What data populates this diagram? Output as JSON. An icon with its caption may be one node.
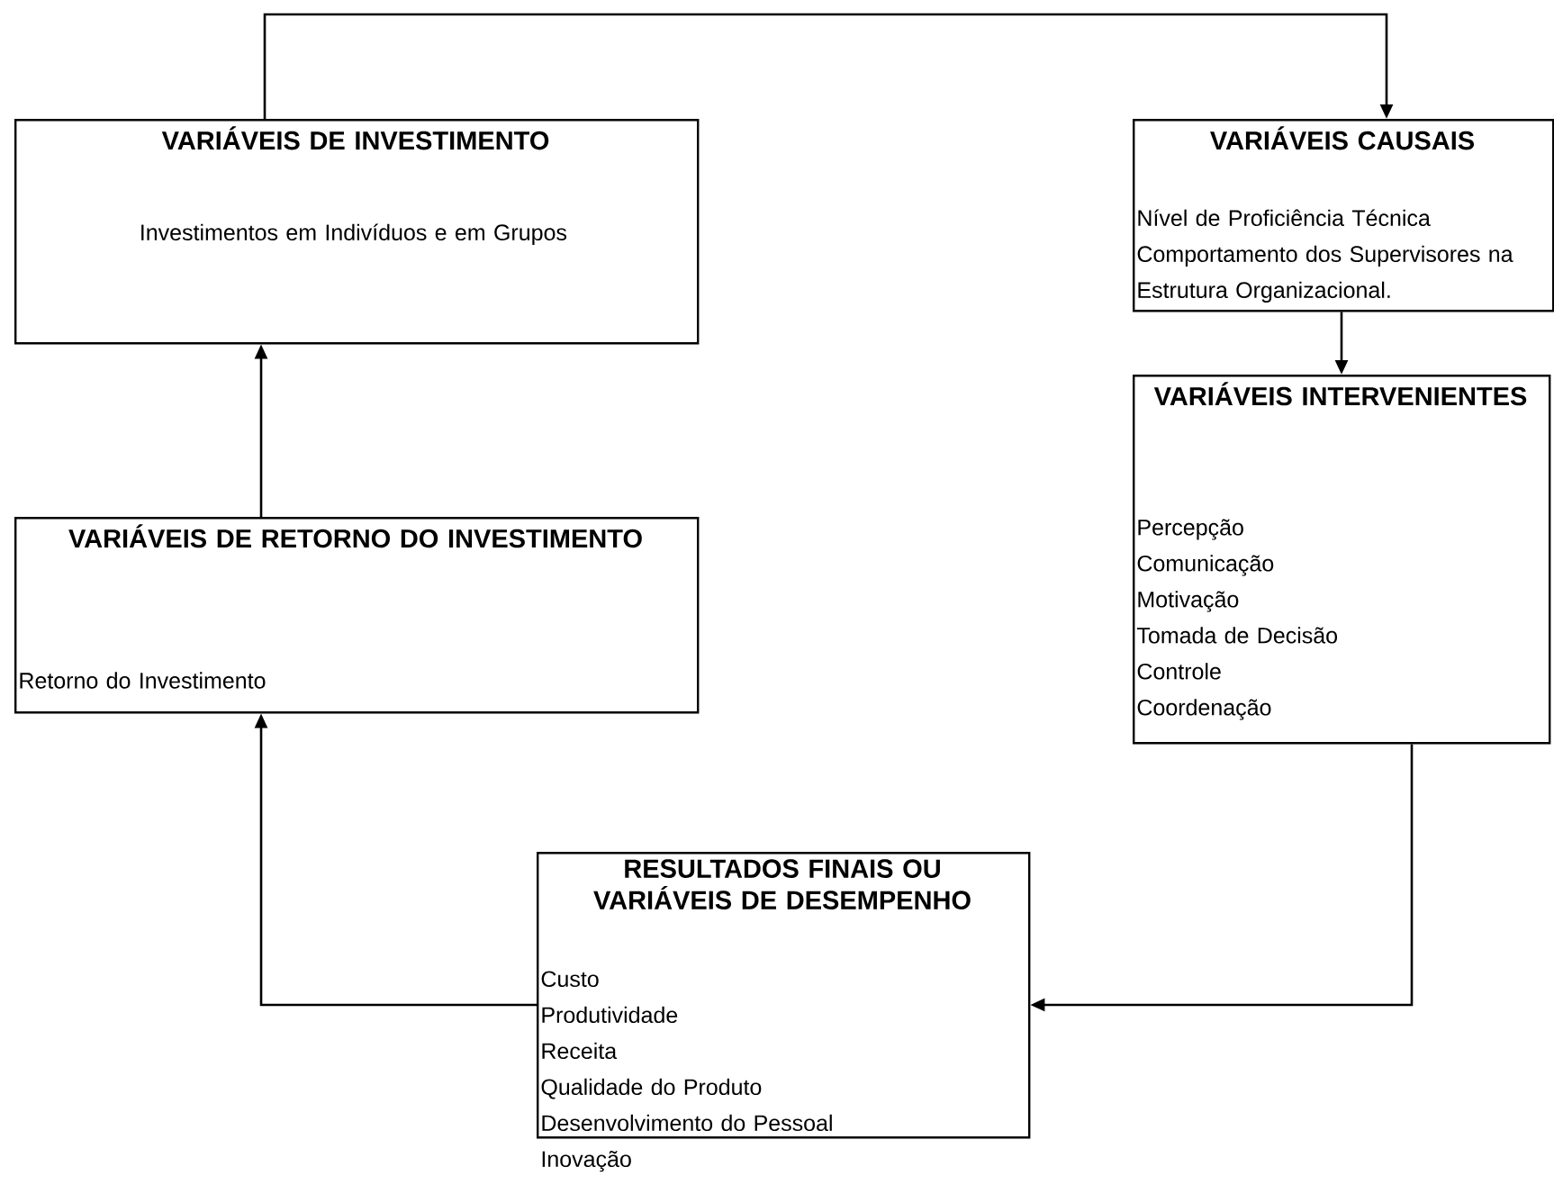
{
  "diagram": {
    "nodes": [
      {
        "text": [
          "VARIÁVEIS DE INVESTIMENTO",
          "Investimentos em Indivíduos e em Grupos"
        ]
      },
      {
        "text": [
          "VARIÁVEIS CAUSAIS",
          "Nível de Proficiência Técnica",
          "Comportamento dos Supervisores na Estrutura Organizacional."
        ]
      },
      {
        "text": [
          "VARIÁVEIS INTERVENIENTES",
          "Percepção",
          "Comunicação",
          "Motivação",
          "Tomada de Decisão",
          "Controle",
          "Coordenação"
        ]
      },
      {
        "text": [
          "VARIÁVEIS DE RETORNO DO INVESTIMENTO",
          "Retorno do Investimento"
        ]
      },
      {
        "text": [
          "RESULTADOS FINAIS OU VARIÁVEIS DE DESEMPENHO",
          "Custo",
          "Produtividade",
          "Receita",
          "Qualidade do Produto",
          "Desenvolvimento do Pessoal",
          "Inovação"
        ]
      }
    ],
    "edges": [
      {
        "from": 0,
        "to": 1,
        "arrow": "to"
      },
      {
        "from": 1,
        "to": 2,
        "arrow": "to"
      },
      {
        "from": 2,
        "to": 4,
        "arrow": "to"
      },
      {
        "from": 4,
        "to": 3,
        "arrow": "to"
      },
      {
        "from": 3,
        "to": 0,
        "arrow": "to"
      }
    ]
  }
}
